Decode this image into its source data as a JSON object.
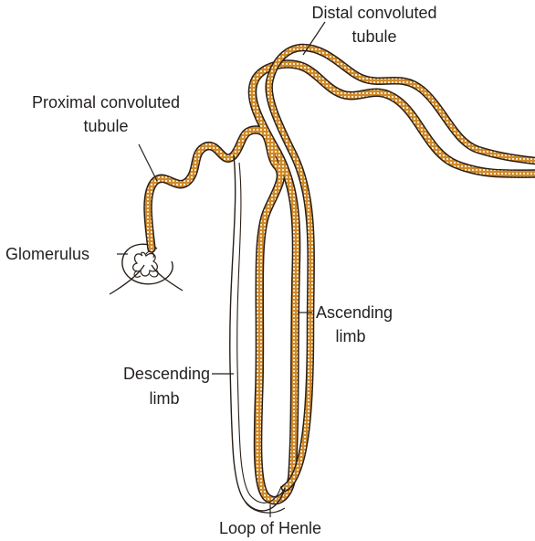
{
  "labels": {
    "distal_line1": "Distal convoluted",
    "distal_line2": "tubule",
    "proximal_line1": "Proximal convoluted",
    "proximal_line2": "tubule",
    "glomerulus": "Glomerulus",
    "ascending_line1": "Ascending",
    "ascending_line2": "limb",
    "descending_line1": "Descending",
    "descending_line2": "limb",
    "loop": "Loop of Henle"
  },
  "colors": {
    "tubule_fill": "#d08a2a",
    "tubule_outline": "#2a1f18",
    "cell_dots": "#fbe8c8",
    "text": "#231f20"
  }
}
